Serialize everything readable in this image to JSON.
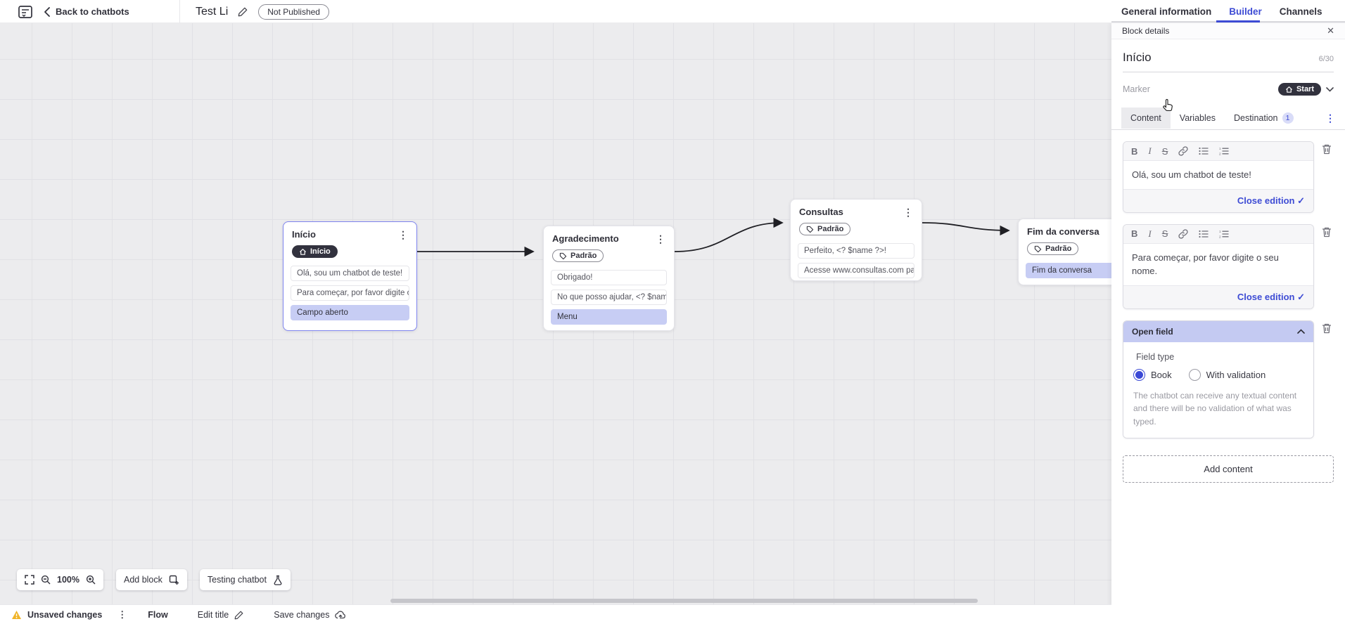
{
  "topbar": {
    "back_label": "Back to chatbots",
    "title": "Test Li",
    "status_badge": "Not Published",
    "tabs": [
      {
        "label": "General information"
      },
      {
        "label": "Builder"
      },
      {
        "label": "Channels"
      }
    ]
  },
  "canvas": {
    "blocks": [
      {
        "title": "Início",
        "badge": "Início",
        "rows": [
          {
            "text": "Olá, sou um chatbot de teste!"
          },
          {
            "text": "Para começar, por favor digite o ..."
          },
          {
            "text": "Campo aberto"
          }
        ]
      },
      {
        "title": "Agradecimento",
        "badge": "Padrão",
        "rows": [
          {
            "text": "Obrigado!"
          },
          {
            "text": "No que posso ajudar, <? $name ..."
          },
          {
            "text": "Menu"
          }
        ]
      },
      {
        "title": "Consultas",
        "badge": "Padrão",
        "rows": [
          {
            "text": "Perfeito, <? $name ?>!"
          },
          {
            "text": "Acesse www.consultas.com par..."
          }
        ]
      },
      {
        "title": "Fim da conversa",
        "badge": "Padrão",
        "rows": [
          {
            "text": "Fim da conversa"
          }
        ]
      }
    ],
    "toolbar": {
      "zoom_level": "100%",
      "add_block_label": "Add block",
      "testing_label": "Testing chatbot"
    }
  },
  "panel": {
    "header": "Block details",
    "title_value": "Início",
    "title_counter": "6/30",
    "marker_label": "Marker",
    "marker_value": "Start",
    "tabs": {
      "content": "Content",
      "variables": "Variables",
      "destination": "Destination",
      "destination_count": "1"
    },
    "editors": [
      {
        "text": "Olá, sou um chatbot de teste!",
        "close_label": "Close edition"
      },
      {
        "text": "Para começar, por favor digite o seu nome.",
        "close_label": "Close edition"
      }
    ],
    "open_field": {
      "header": "Open field",
      "field_type_label": "Field type",
      "options": [
        {
          "label": "Book",
          "selected": true
        },
        {
          "label": "With validation",
          "selected": false
        }
      ],
      "description": "The chatbot can receive any textual content and there will be no validation of what was typed."
    },
    "add_content_label": "Add content"
  },
  "statusbar": {
    "unsaved_label": "Unsaved changes",
    "flow_label": "Flow",
    "edit_title_label": "Edit title",
    "save_label": "Save changes"
  },
  "colors": {
    "accent_blue": "#3d4bd4",
    "selection_purple": "#7e84ee",
    "row_purple": "#c7cdf4",
    "dark_pill": "#32323e",
    "warning_yellow": "#f0b429"
  }
}
